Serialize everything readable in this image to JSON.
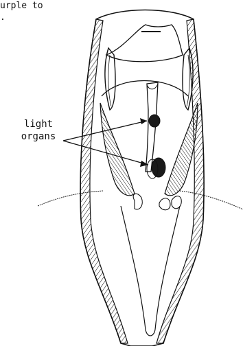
{
  "caption": {
    "line1": "urple to",
    "line2": "."
  },
  "annotation": {
    "line1": "light",
    "line2": "organs"
  },
  "colors": {
    "ink": "#111111",
    "background": "#ffffff"
  }
}
